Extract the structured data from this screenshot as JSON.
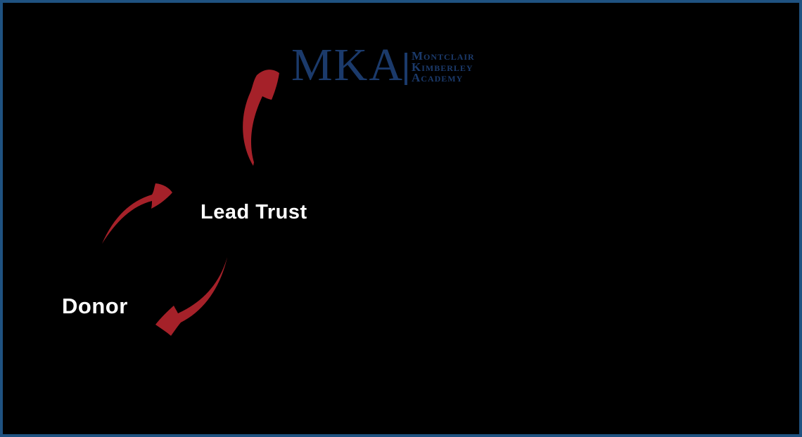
{
  "page": {
    "background_color": "#000000",
    "frame_color": "#1F5281"
  },
  "logo": {
    "abbreviation": "MKA",
    "institution_lines": [
      "Montclair",
      "Kimberley",
      "Academy"
    ],
    "color": "#1B3A6B"
  },
  "diagram": {
    "label_color": "#FFFFFF",
    "arrow_color": "#A52129",
    "nodes": [
      {
        "id": "donor",
        "label": "Donor"
      },
      {
        "id": "lead-trust",
        "label": "Lead Trust"
      }
    ],
    "arrows": [
      {
        "id": "donor-to-lead-trust",
        "from": "donor",
        "to": "lead-trust"
      },
      {
        "id": "lead-trust-to-mka-logo",
        "from": "lead-trust",
        "to": "mka-logo"
      },
      {
        "id": "lead-trust-to-donor",
        "from": "lead-trust",
        "to": "donor"
      }
    ]
  }
}
